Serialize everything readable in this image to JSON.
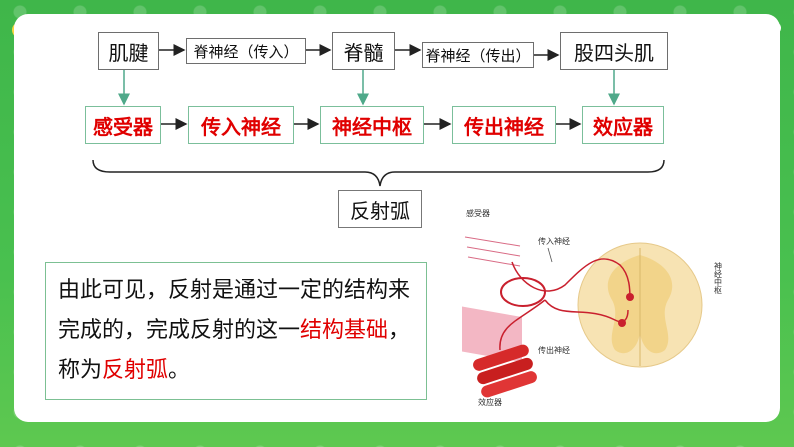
{
  "top_row": [
    "肌腱",
    "脊神经（传入）",
    "脊髓",
    "脊神经（传出）",
    "股四头肌"
  ],
  "bottom_row": [
    "感受器",
    "传入神经",
    "神经中枢",
    "传出神经",
    "效应器"
  ],
  "arc_label": "反射弧",
  "paragraph": {
    "part1": "由此可见，反射是通过一定的结构来完成的，完成反射的这一",
    "highlight1": "结构基础",
    "part2": "，称为",
    "highlight2": "反射弧",
    "part3": "。"
  },
  "figure_labels": {
    "receptor": "感受器",
    "afferent": "传入神经",
    "center": "神经中枢",
    "efferent": "传出神经",
    "effector": "效应器"
  },
  "colors": {
    "accent_red": "#e00000",
    "frame_green": "#49c04f",
    "connector_teal": "#4fa98a"
  }
}
